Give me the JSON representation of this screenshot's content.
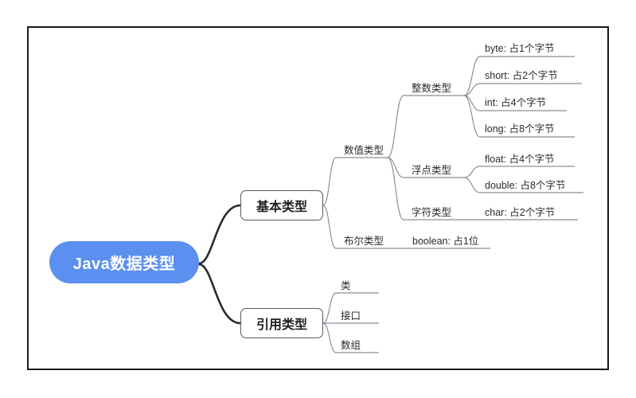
{
  "diagram": {
    "title": "Java数据类型",
    "type": "mindmap",
    "root": {
      "label": "Java数据类型",
      "color": "#5b8ff0",
      "text_color": "#ffffff"
    },
    "branches": [
      {
        "label": "基本类型",
        "children": [
          {
            "label": "数值类型",
            "children": [
              {
                "label": "整数类型",
                "children": [
                  {
                    "label": "byte: 占1个字节"
                  },
                  {
                    "label": "short: 占2个字节"
                  },
                  {
                    "label": "int: 占4个字节"
                  },
                  {
                    "label": "long: 占8个字节"
                  }
                ]
              },
              {
                "label": "浮点类型",
                "children": [
                  {
                    "label": "float: 占4个字节"
                  },
                  {
                    "label": "double: 占8个字节"
                  }
                ]
              },
              {
                "label": "字符类型",
                "children": [
                  {
                    "label": "char: 占2个字节"
                  }
                ]
              }
            ]
          },
          {
            "label": "布尔类型",
            "children": [
              {
                "label": "boolean: 占1位"
              }
            ]
          }
        ]
      },
      {
        "label": "引用类型",
        "children": [
          {
            "label": "类"
          },
          {
            "label": "接口"
          },
          {
            "label": "数组"
          }
        ]
      }
    ]
  },
  "labels": {
    "root": "Java数据类型",
    "basic_type": "基本类型",
    "reference_type": "引用类型",
    "numeric_type": "数值类型",
    "boolean_type": "布尔类型",
    "integer_type": "整数类型",
    "float_type": "浮点类型",
    "char_type": "字符类型",
    "byte": "byte: 占1个字节",
    "short": "short: 占2个字节",
    "int": "int: 占4个字节",
    "long": "long: 占8个字节",
    "float": "float: 占4个字节",
    "double": "double: 占8个字节",
    "char": "char: 占2个字节",
    "boolean": "boolean: 占1位",
    "class": "类",
    "interface": "接口",
    "array": "数组"
  },
  "colors": {
    "root_fill": "#5b8ff0",
    "root_text": "#ffffff",
    "node_border": "#555a63",
    "edge_main": "#2b2b2b",
    "edge_sub": "#8a8f98",
    "frame_border": "#1a1a1a",
    "background": "#ffffff"
  }
}
